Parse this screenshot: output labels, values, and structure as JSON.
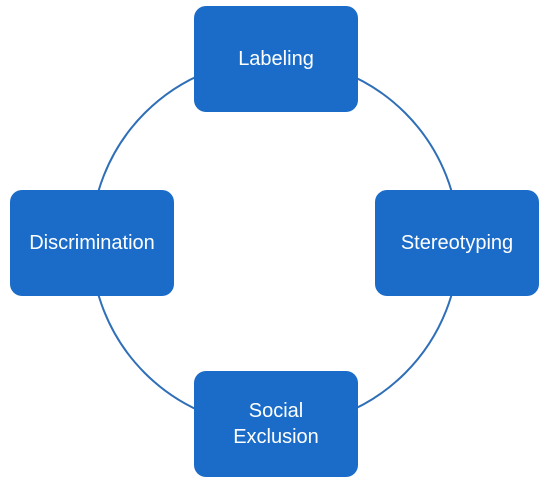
{
  "diagram": {
    "type": "cycle",
    "colors": {
      "node_fill": "#1a6cc8",
      "node_text": "#ffffff",
      "connector": "#2f6fb8"
    },
    "nodes": [
      {
        "id": "top",
        "label": "Labeling"
      },
      {
        "id": "right",
        "label": "Stereotyping"
      },
      {
        "id": "bottom",
        "label": "Social\nExclusion"
      },
      {
        "id": "left",
        "label": "Discrimination"
      }
    ]
  }
}
